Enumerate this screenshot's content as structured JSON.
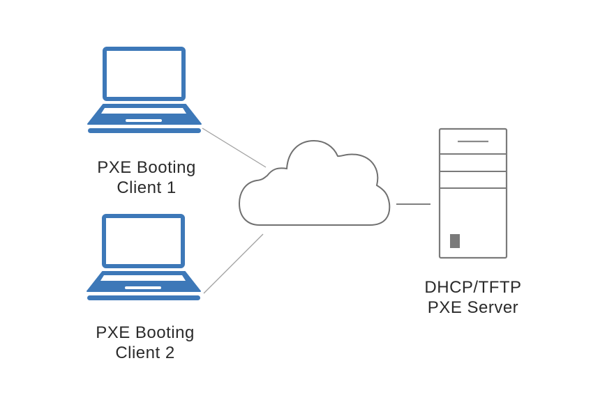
{
  "diagram": {
    "colors": {
      "laptop": "#3d78b8",
      "outline": "#6e6e6e",
      "connector": "#9a9a9a",
      "text": "#2a2a2a"
    },
    "nodes": [
      {
        "id": "client1",
        "type": "laptop-icon",
        "label_line1": "PXE Booting",
        "label_line2": "Client 1"
      },
      {
        "id": "client2",
        "type": "laptop-icon",
        "label_line1": "PXE Booting",
        "label_line2": "Client 2"
      },
      {
        "id": "network",
        "type": "cloud-icon"
      },
      {
        "id": "server",
        "type": "server-tower-icon",
        "label_line1": "DHCP/TFTP",
        "label_line2": "PXE Server"
      }
    ],
    "edges": [
      {
        "from": "client1",
        "to": "network"
      },
      {
        "from": "client2",
        "to": "network"
      },
      {
        "from": "network",
        "to": "server"
      }
    ]
  }
}
